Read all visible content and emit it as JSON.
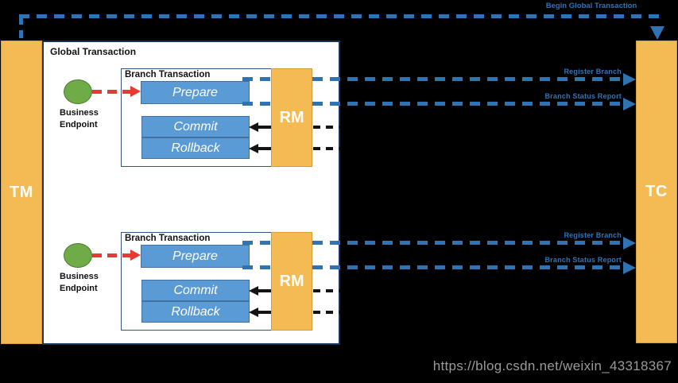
{
  "colors": {
    "background": "#000000",
    "pillar_orange": "#F4BB54",
    "box_blue": "#5B9BD5",
    "arrow_blue": "#2E74B5",
    "endpoint_green": "#6FAC47",
    "arrow_red": "#E83A34"
  },
  "tm": {
    "label": "TM"
  },
  "tc": {
    "label": "TC"
  },
  "global_transaction": {
    "title": "Global Transaction"
  },
  "top_arrow": {
    "label": "Begin Global Transaction"
  },
  "branches": [
    {
      "title": "Branch Transaction",
      "endpoint_label": "Business Endpoint",
      "prepare": "Prepare",
      "commit": "Commit",
      "rollback": "Rollback",
      "rm": "RM",
      "register_arrow_label": "Register Branch",
      "status_arrow_label": "Branch Status Report"
    },
    {
      "title": "Branch Transaction",
      "endpoint_label": "Business Endpoint",
      "prepare": "Prepare",
      "commit": "Commit",
      "rollback": "Rollback",
      "rm": "RM",
      "register_arrow_label": "Register Branch",
      "status_arrow_label": "Branch Status Report"
    }
  ],
  "watermark": {
    "text": "https://blog.csdn.net/weixin_43318367"
  }
}
